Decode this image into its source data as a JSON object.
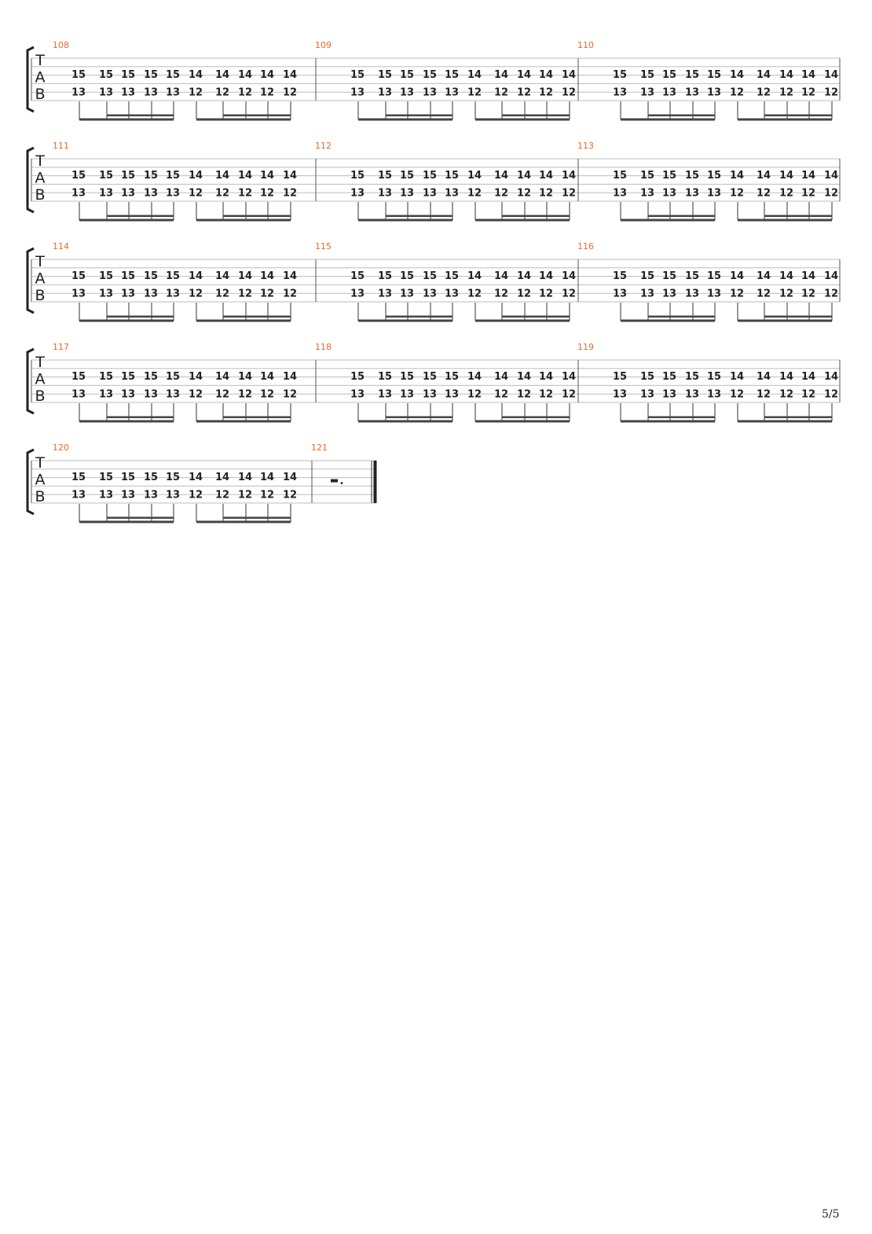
{
  "document": {
    "clef_letters": [
      "T",
      "A",
      "B"
    ],
    "page_number": "5/5",
    "accent_color": "#e8692a",
    "systems": [
      {
        "measures": [
          {
            "number": "108",
            "top": [
              "15",
              "15",
              "15",
              "15",
              "15",
              "14",
              "14",
              "14",
              "14",
              "14"
            ],
            "bottom": [
              "13",
              "13",
              "13",
              "13",
              "13",
              "12",
              "12",
              "12",
              "12",
              "12"
            ]
          },
          {
            "number": "109",
            "top": [
              "15",
              "15",
              "15",
              "15",
              "15",
              "14",
              "14",
              "14",
              "14",
              "14"
            ],
            "bottom": [
              "13",
              "13",
              "13",
              "13",
              "13",
              "12",
              "12",
              "12",
              "12",
              "12"
            ]
          },
          {
            "number": "110",
            "top": [
              "15",
              "15",
              "15",
              "15",
              "15",
              "14",
              "14",
              "14",
              "14",
              "14"
            ],
            "bottom": [
              "13",
              "13",
              "13",
              "13",
              "13",
              "12",
              "12",
              "12",
              "12",
              "12"
            ]
          }
        ]
      },
      {
        "measures": [
          {
            "number": "111",
            "top": [
              "15",
              "15",
              "15",
              "15",
              "15",
              "14",
              "14",
              "14",
              "14",
              "14"
            ],
            "bottom": [
              "13",
              "13",
              "13",
              "13",
              "13",
              "12",
              "12",
              "12",
              "12",
              "12"
            ]
          },
          {
            "number": "112",
            "top": [
              "15",
              "15",
              "15",
              "15",
              "15",
              "14",
              "14",
              "14",
              "14",
              "14"
            ],
            "bottom": [
              "13",
              "13",
              "13",
              "13",
              "13",
              "12",
              "12",
              "12",
              "12",
              "12"
            ]
          },
          {
            "number": "113",
            "top": [
              "15",
              "15",
              "15",
              "15",
              "15",
              "14",
              "14",
              "14",
              "14",
              "14"
            ],
            "bottom": [
              "13",
              "13",
              "13",
              "13",
              "13",
              "12",
              "12",
              "12",
              "12",
              "12"
            ]
          }
        ]
      },
      {
        "measures": [
          {
            "number": "114",
            "top": [
              "15",
              "15",
              "15",
              "15",
              "15",
              "14",
              "14",
              "14",
              "14",
              "14"
            ],
            "bottom": [
              "13",
              "13",
              "13",
              "13",
              "13",
              "12",
              "12",
              "12",
              "12",
              "12"
            ]
          },
          {
            "number": "115",
            "top": [
              "15",
              "15",
              "15",
              "15",
              "15",
              "14",
              "14",
              "14",
              "14",
              "14"
            ],
            "bottom": [
              "13",
              "13",
              "13",
              "13",
              "13",
              "12",
              "12",
              "12",
              "12",
              "12"
            ]
          },
          {
            "number": "116",
            "top": [
              "15",
              "15",
              "15",
              "15",
              "15",
              "14",
              "14",
              "14",
              "14",
              "14"
            ],
            "bottom": [
              "13",
              "13",
              "13",
              "13",
              "13",
              "12",
              "12",
              "12",
              "12",
              "12"
            ]
          }
        ]
      },
      {
        "measures": [
          {
            "number": "117",
            "top": [
              "15",
              "15",
              "15",
              "15",
              "15",
              "14",
              "14",
              "14",
              "14",
              "14"
            ],
            "bottom": [
              "13",
              "13",
              "13",
              "13",
              "13",
              "12",
              "12",
              "12",
              "12",
              "12"
            ]
          },
          {
            "number": "118",
            "top": [
              "15",
              "15",
              "15",
              "15",
              "15",
              "14",
              "14",
              "14",
              "14",
              "14"
            ],
            "bottom": [
              "13",
              "13",
              "13",
              "13",
              "13",
              "12",
              "12",
              "12",
              "12",
              "12"
            ]
          },
          {
            "number": "119",
            "top": [
              "15",
              "15",
              "15",
              "15",
              "15",
              "14",
              "14",
              "14",
              "14",
              "14"
            ],
            "bottom": [
              "13",
              "13",
              "13",
              "13",
              "13",
              "12",
              "12",
              "12",
              "12",
              "12"
            ]
          }
        ]
      },
      {
        "measures": [
          {
            "number": "120",
            "top": [
              "15",
              "15",
              "15",
              "15",
              "15",
              "14",
              "14",
              "14",
              "14",
              "14"
            ],
            "bottom": [
              "13",
              "13",
              "13",
              "13",
              "13",
              "12",
              "12",
              "12",
              "12",
              "12"
            ]
          },
          {
            "number": "121",
            "rest": "half-dotted-rest",
            "final_barline": true
          }
        ]
      }
    ]
  }
}
